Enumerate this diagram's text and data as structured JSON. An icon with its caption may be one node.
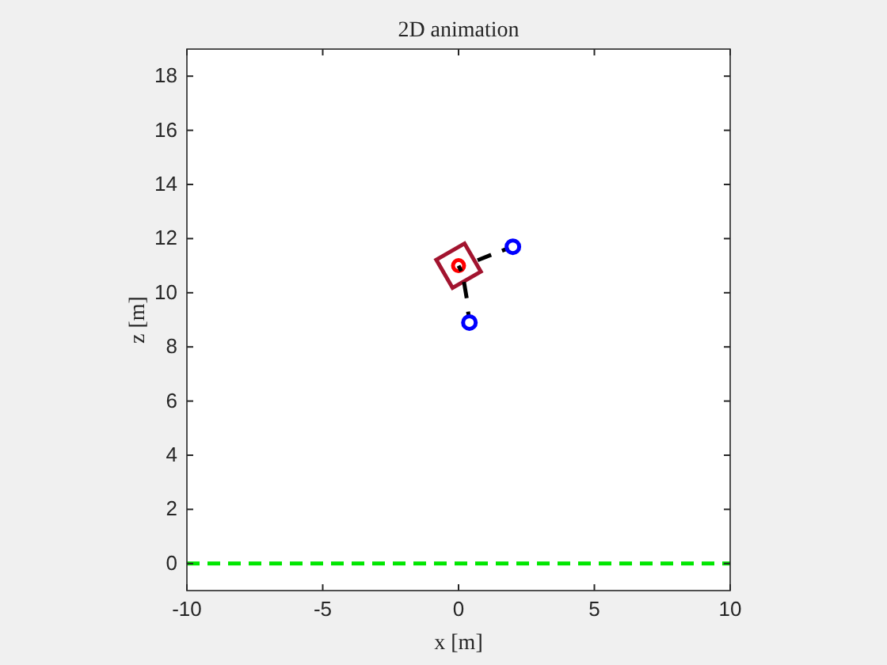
{
  "diagram": {
    "chart_data": {
      "type": "line",
      "title": "2D animation",
      "xlabel": "x [m]",
      "ylabel": "z [m]",
      "x": [
        -10,
        10
      ],
      "series": [
        {
          "color": "#00e600",
          "line_style": "dashed",
          "values": [
            0,
            0
          ]
        }
      ],
      "xlim": [
        -10,
        10
      ],
      "ylim": [
        -1,
        19
      ],
      "xticks": [
        -10,
        -5,
        0,
        5,
        10
      ],
      "yticks": [
        0,
        2,
        4,
        6,
        8,
        10,
        12,
        14,
        16,
        18
      ]
    }
  }
}
